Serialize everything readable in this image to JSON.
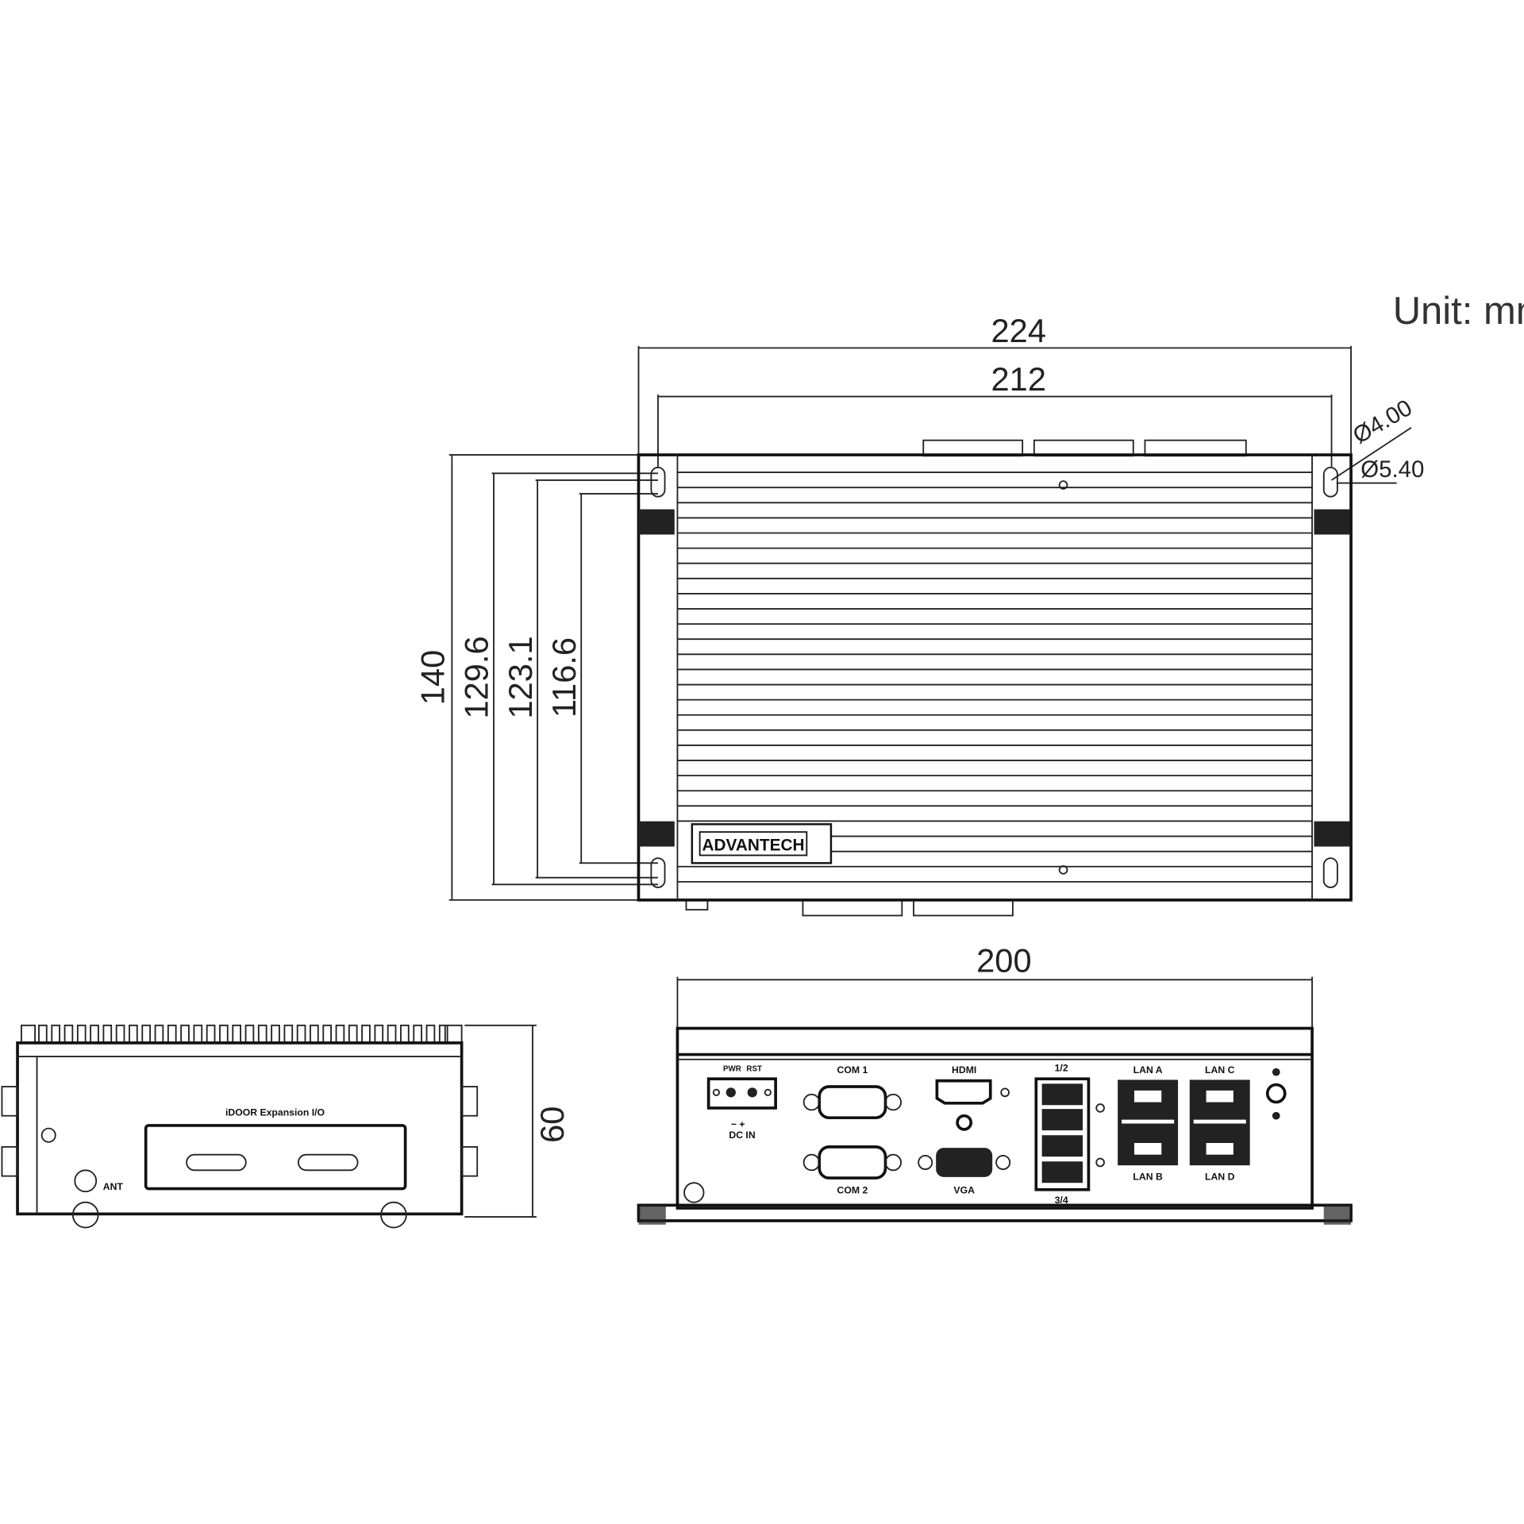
{
  "unit_label": "Unit: mm",
  "top_view": {
    "width_outer": "224",
    "width_holes": "212",
    "height_outer": "140",
    "height_a": "129.6",
    "height_b": "123.1",
    "height_c": "116.6",
    "hole_small": "Ø4.00",
    "hole_large": "Ø5.40",
    "logo": "ADVANTECH"
  },
  "side_view": {
    "height": "60",
    "idoor_label": "iDOOR Expansion I/O",
    "ant_label": "ANT"
  },
  "front_view": {
    "width": "200",
    "pwr_label": "PWR",
    "rst_label": "RST",
    "dc_polarity": "−  +",
    "dc_in_label": "DC IN",
    "com1_label": "COM 1",
    "com2_label": "COM 2",
    "hdmi_label": "HDMI",
    "vga_label": "VGA",
    "usb_top_label": "1/2",
    "usb_bottom_label": "3/4",
    "lan_a_label": "LAN A",
    "lan_b_label": "LAN B",
    "lan_c_label": "LAN C",
    "lan_d_label": "LAN D"
  }
}
